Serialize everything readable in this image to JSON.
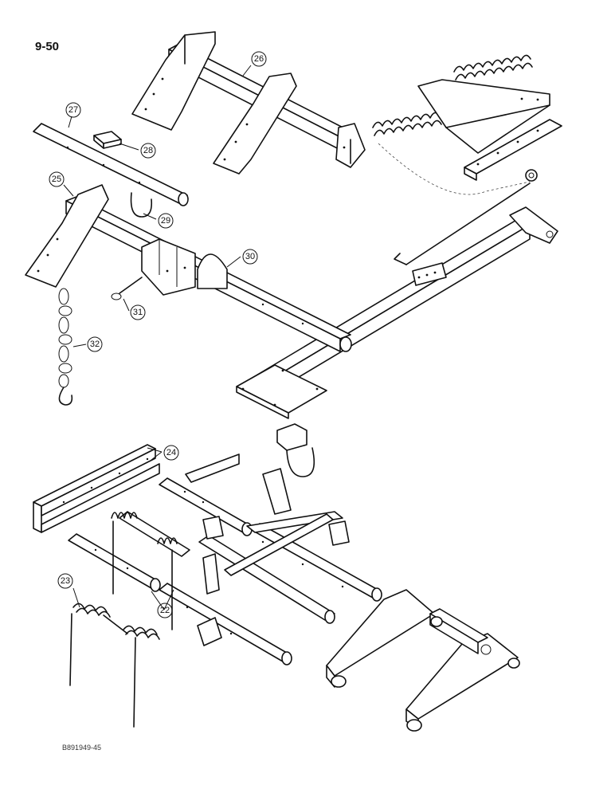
{
  "page_number": "9-50",
  "reference_code": "B891949-45",
  "callouts": {
    "c22": "22",
    "c23": "23",
    "c24": "24",
    "c25": "25",
    "c26": "26",
    "c27": "27",
    "c28": "28",
    "c29": "29",
    "c30": "30",
    "c31": "31",
    "c32": "32"
  }
}
